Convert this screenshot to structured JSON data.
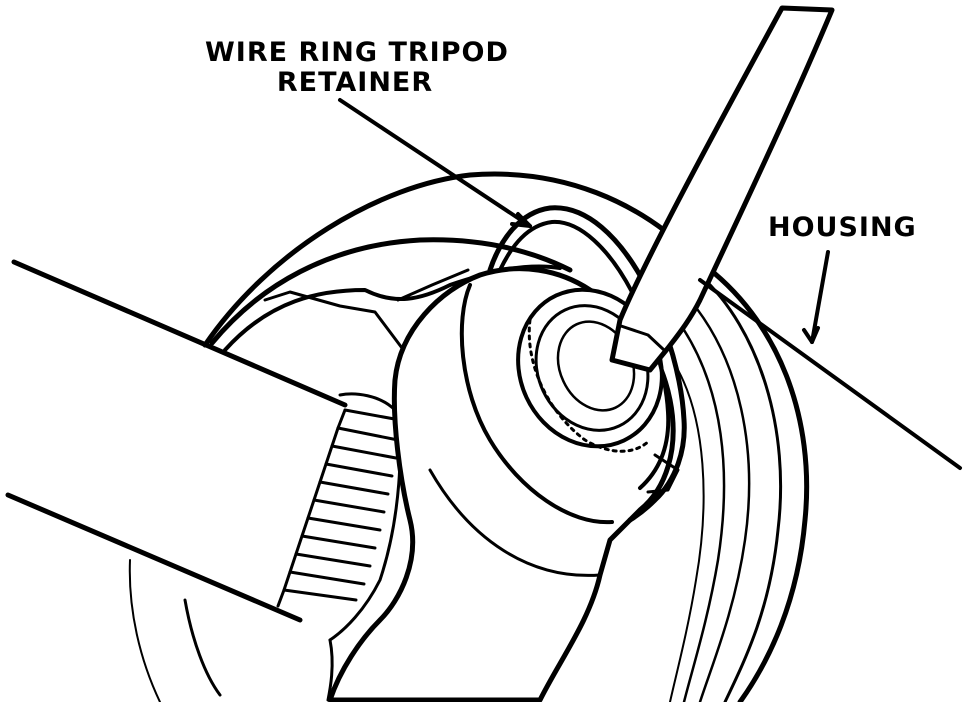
{
  "labels": {
    "wire_ring_line1": "WIRE RING TRIPOD",
    "wire_ring_line2": "RETAINER",
    "housing": "HOUSING"
  },
  "colors": {
    "ink": "#000000",
    "paper": "#ffffff"
  }
}
